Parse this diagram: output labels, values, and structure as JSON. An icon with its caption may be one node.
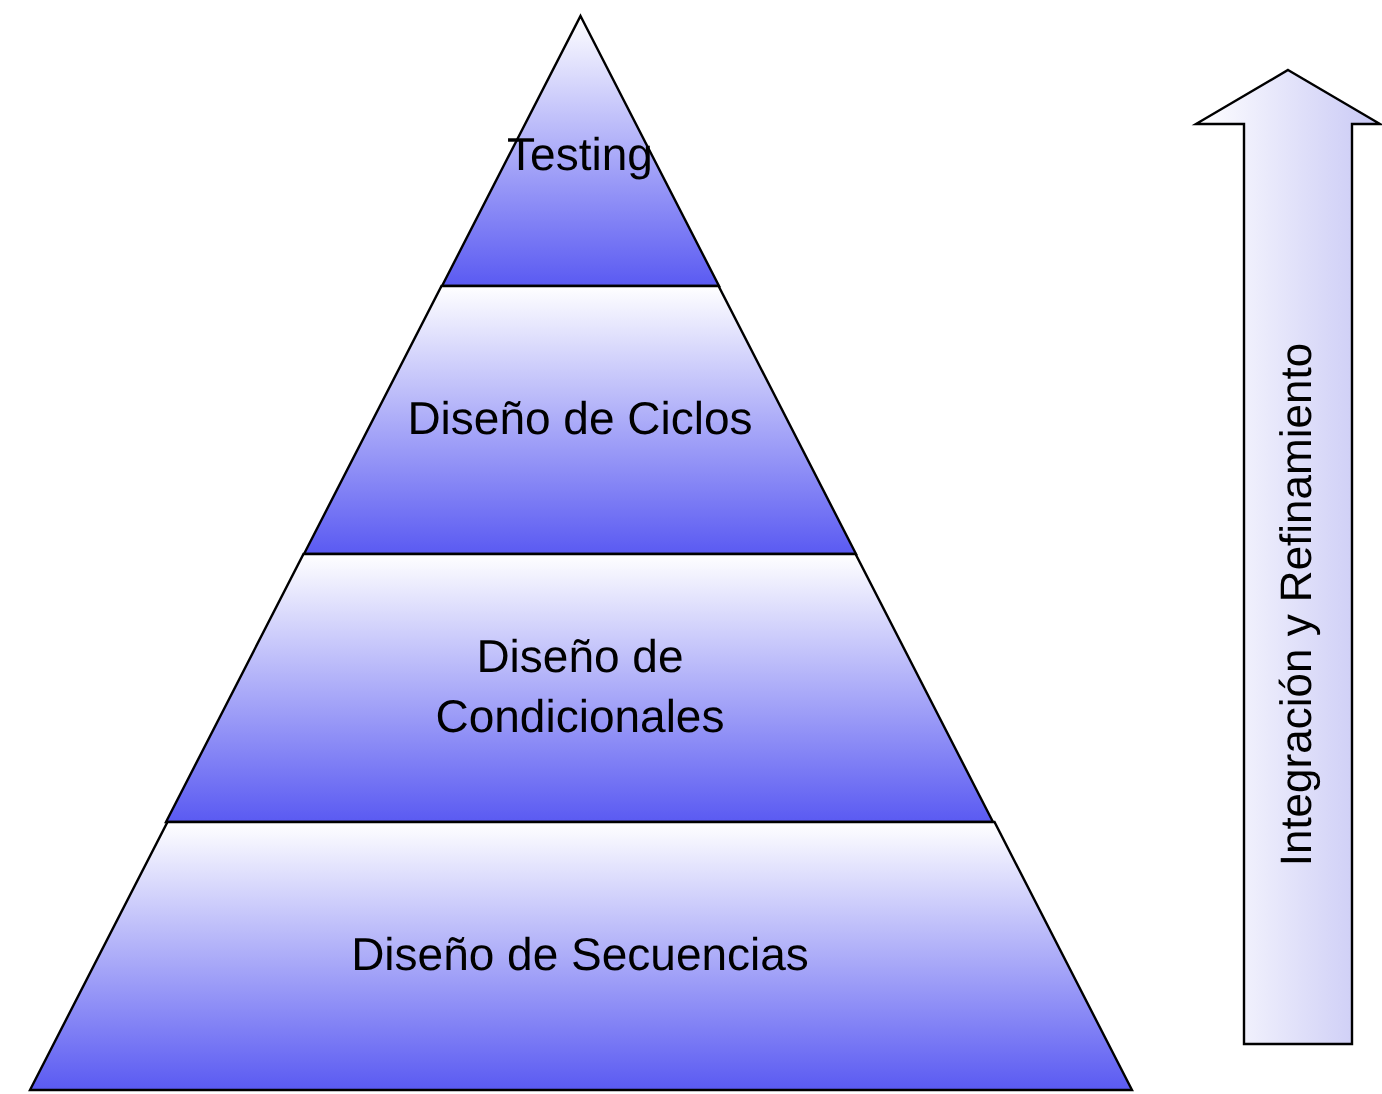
{
  "diagram": {
    "nodes": [
      {
        "text": [
          "Testing"
        ]
      },
      {
        "text": [
          "Diseño de Ciclos"
        ]
      },
      {
        "text": [
          "Diseño de Condicionales"
        ]
      },
      {
        "text": [
          "Diseño de Secuencias"
        ]
      },
      {
        "text": [
          "Integración y Refinamiento"
        ]
      }
    ]
  }
}
